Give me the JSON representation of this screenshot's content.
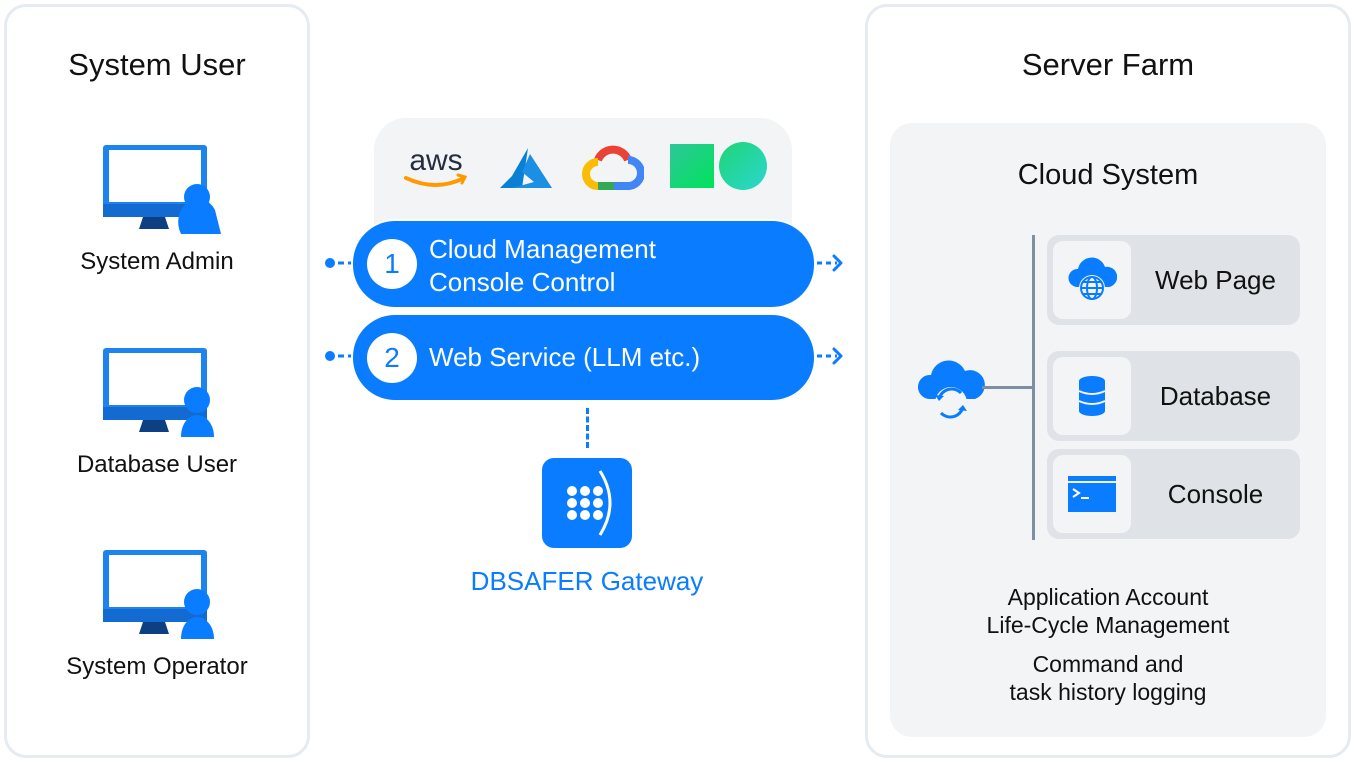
{
  "left_panel": {
    "title": "System User",
    "users": [
      {
        "label": "System Admin",
        "icon": "monitor-user-icon"
      },
      {
        "label": "Database User",
        "icon": "monitor-user-icon"
      },
      {
        "label": "System Operator",
        "icon": "monitor-user-icon"
      }
    ]
  },
  "center": {
    "cloud_logos": [
      {
        "name": "aws",
        "text": "aws"
      },
      {
        "name": "azure"
      },
      {
        "name": "google-cloud"
      },
      {
        "name": "ncloud"
      }
    ],
    "flows": [
      {
        "number": "1",
        "line1": "Cloud Management",
        "line2": "Console Control"
      },
      {
        "number": "2",
        "line1": "Web Service (LLM etc.)"
      }
    ],
    "gateway": {
      "label": "DBSAFER Gateway"
    }
  },
  "right_panel": {
    "title": "Server Farm",
    "cloud_system": {
      "title": "Cloud System",
      "services": [
        {
          "label": "Web Page",
          "icon": "cloud-globe-icon"
        },
        {
          "label": "Database",
          "icon": "database-icon"
        },
        {
          "label": "Console",
          "icon": "terminal-icon"
        }
      ],
      "features": [
        {
          "line1": "Application Account",
          "line2": "Life-Cycle Management"
        },
        {
          "line1": "Command and",
          "line2": "task history logging"
        }
      ]
    }
  },
  "colors": {
    "accent": "#0A7CFF",
    "panel_border": "#E6EBF2",
    "panel_fill": "#F3F4F6",
    "service_fill": "#DFE3E8",
    "connector": "#7D90A3"
  }
}
